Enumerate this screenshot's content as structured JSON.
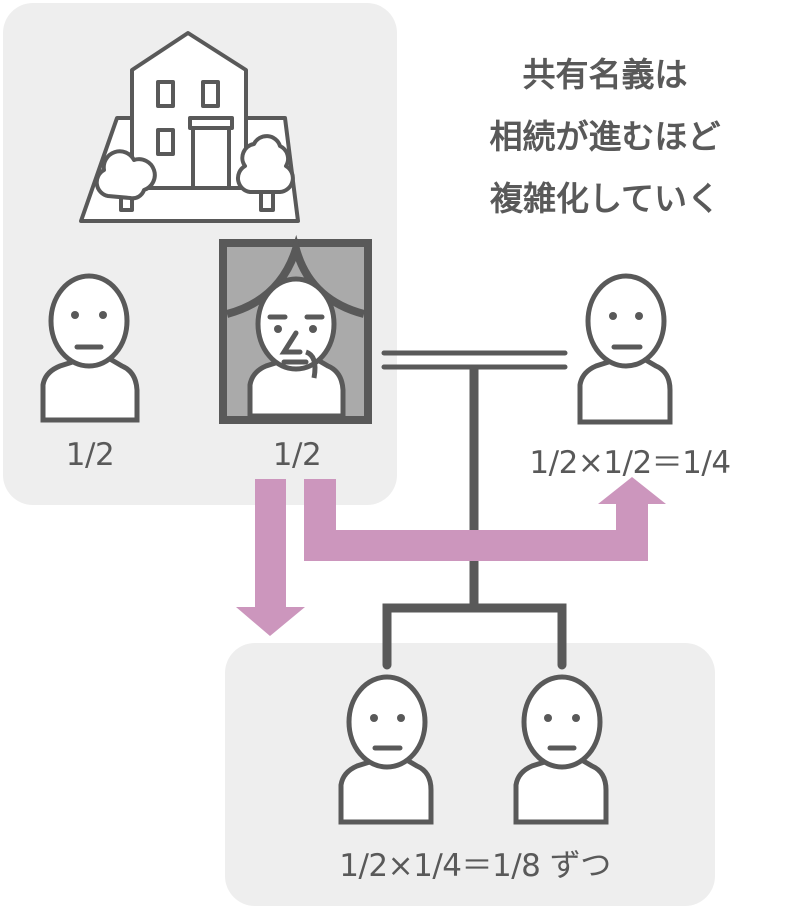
{
  "headline": {
    "lines": [
      "共有名義は",
      "相続が進むほど",
      "複雑化していく"
    ]
  },
  "colors": {
    "panel_bg": "#eeeeee",
    "line": "#595959",
    "arrow": "#cc96bd",
    "portrait_bg": "#aaaaaa"
  },
  "icons": {
    "house": "house-with-trees-icon",
    "deceased": "memorial-portrait-icon",
    "person": "person-icon"
  },
  "people": {
    "spouse": {
      "share": "1/2"
    },
    "deceased": {
      "share": "1/2"
    },
    "new_spouse": {
      "share": "1/2×1/2＝1/4"
    },
    "children": {
      "share": "1/2×1/4＝1/8 ずつ"
    }
  }
}
